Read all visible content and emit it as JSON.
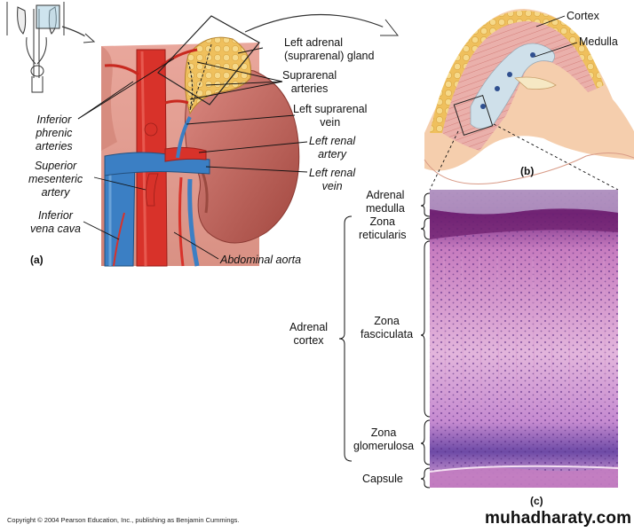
{
  "panel_a": {
    "tag": "(a)",
    "labels": {
      "left_adrenal_gland_1": "Left adrenal",
      "left_adrenal_gland_2": "(suprarenal) gland",
      "suprarenal_arteries_1": "Suprarenal",
      "suprarenal_arteries_2": "arteries",
      "left_suprarenal_vein_1": "Left suprarenal",
      "left_suprarenal_vein_2": "vein",
      "left_renal_artery_1": "Left renal",
      "left_renal_artery_2": "artery",
      "left_renal_vein_1": "Left renal",
      "left_renal_vein_2": "vein",
      "inferior_phrenic_1": "Inferior",
      "inferior_phrenic_2": "phrenic",
      "inferior_phrenic_3": "arteries",
      "superior_mesenteric_1": "Superior",
      "superior_mesenteric_2": "mesenteric",
      "superior_mesenteric_3": "artery",
      "inferior_vena_cava_1": "Inferior",
      "inferior_vena_cava_2": "vena cava",
      "abdominal_aorta": "Abdominal aorta"
    }
  },
  "panel_b": {
    "tag": "(b)",
    "labels": {
      "cortex": "Cortex",
      "medulla": "Medulla"
    }
  },
  "panel_c": {
    "tag": "(c)",
    "labels": {
      "adrenal_medulla_1": "Adrenal",
      "adrenal_medulla_2": "medulla",
      "zona_reticularis_1": "Zona",
      "zona_reticularis_2": "reticularis",
      "adrenal_cortex_1": "Adrenal",
      "adrenal_cortex_2": "cortex",
      "zona_fasciculata_1": "Zona",
      "zona_fasciculata_2": "fasciculata",
      "zona_glomerulosa_1": "Zona",
      "zona_glomerulosa_2": "glomerulosa",
      "capsule": "Capsule"
    }
  },
  "footer": {
    "copyright": "Copyright © 2004 Pearson Education, Inc., publishing as Benjamin Cummings.",
    "watermark": "muhadharaty.com"
  },
  "colors": {
    "artery": "#d8322a",
    "vein": "#3b7fc4",
    "kidney": "#c9706a",
    "fat": "#f0c060",
    "cortex_pink": "#e8a7a4",
    "histology": "#c880c0"
  }
}
